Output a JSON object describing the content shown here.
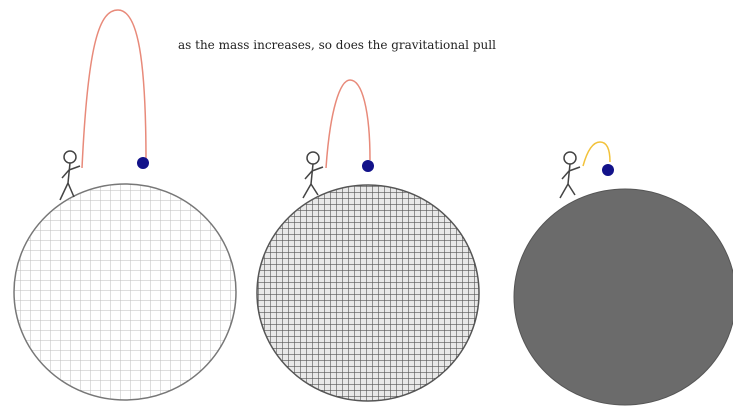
{
  "caption": "as the mass increases, so does the gravitational pull",
  "colors": {
    "background": "#ffffff",
    "planet_outline": "#666666",
    "grid_light": "#bcbcbc",
    "grid_medium": "#555555",
    "planet_solid": "#6b6b6b",
    "trajectory": "#e88a7a",
    "trajectory_small": "#f2c23a",
    "ball": "#12128a",
    "stick_figure": "#444444"
  },
  "planets": [
    {
      "name": "planet-low-mass",
      "fill": "light-grid",
      "mass_rank": 1
    },
    {
      "name": "planet-medium-mass",
      "fill": "dense-grid",
      "mass_rank": 2
    },
    {
      "name": "planet-high-mass",
      "fill": "solid",
      "mass_rank": 3
    }
  ]
}
